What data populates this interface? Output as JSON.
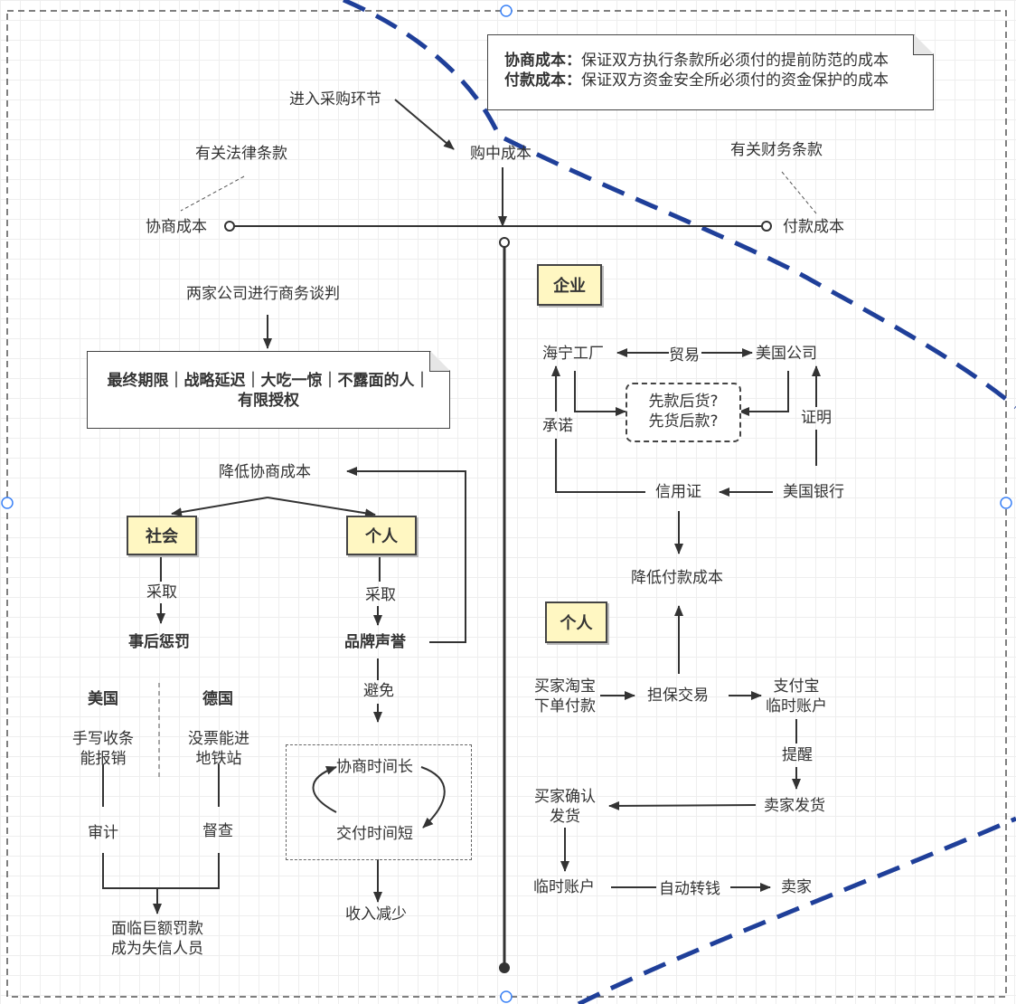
{
  "top": {
    "entry": "进入采购环节",
    "mid_cost": "购中成本",
    "legal": "有关法律条款",
    "finance": "有关财务条款",
    "nego_cost": "协商成本",
    "pay_cost": "付款成本"
  },
  "note_top": {
    "line1_term": "协商成本：",
    "line1_text": "保证双方执行条款所必须付的提前防范的成本",
    "line2_term": "付款成本：",
    "line2_text": "保证双方资金安全所必须付的资金保护的成本"
  },
  "left": {
    "negotiation": "两家公司进行商务谈判",
    "tactics_line1": "最终期限｜战略延迟｜大吃一惊｜不露面的人｜",
    "tactics_line2": "有限授权",
    "reduce": "降低协商成本",
    "tag_society": "社会",
    "tag_person": "个人",
    "adopt1": "采取",
    "adopt2": "采取",
    "punish": "事后惩罚",
    "brand": "品牌声誉",
    "usa": "美国",
    "germany": "德国",
    "usa_case_line1": "手写收条",
    "usa_case_line2": "能报销",
    "de_case_line1": "没票能进",
    "de_case_line2": "地铁站",
    "audit": "审计",
    "inspect": "督查",
    "result_line1": "面临巨额罚款",
    "result_line2": "成为失信人员",
    "avoid": "避免",
    "nego_time": "协商时间长",
    "deliver_time": "交付时间短",
    "income": "收入减少"
  },
  "right": {
    "tag_enterprise": "企业",
    "haining": "海宁工厂",
    "trade": "贸易",
    "us_company": "美国公司",
    "q1": "先款后货?",
    "q2": "先货后款?",
    "promise": "承诺",
    "prove": "证明",
    "lc": "信用证",
    "us_bank": "美国银行",
    "reduce_pay": "降低付款成本",
    "tag_person": "个人",
    "buyer_order_line1": "买家淘宝",
    "buyer_order_line2": "下单付款",
    "escrow": "担保交易",
    "alipay_line1": "支付宝",
    "alipay_line2": "临时账户",
    "remind": "提醒",
    "ship": "卖家发货",
    "confirm_line1": "买家确认",
    "confirm_line2": "发货",
    "temp_account": "临时账户",
    "auto_transfer": "自动转钱",
    "seller": "卖家"
  },
  "colors": {
    "accent_dash": "#1f3f99",
    "tag_fill": "#fff7c2",
    "line": "#333333",
    "handle": "#3b82f6"
  }
}
